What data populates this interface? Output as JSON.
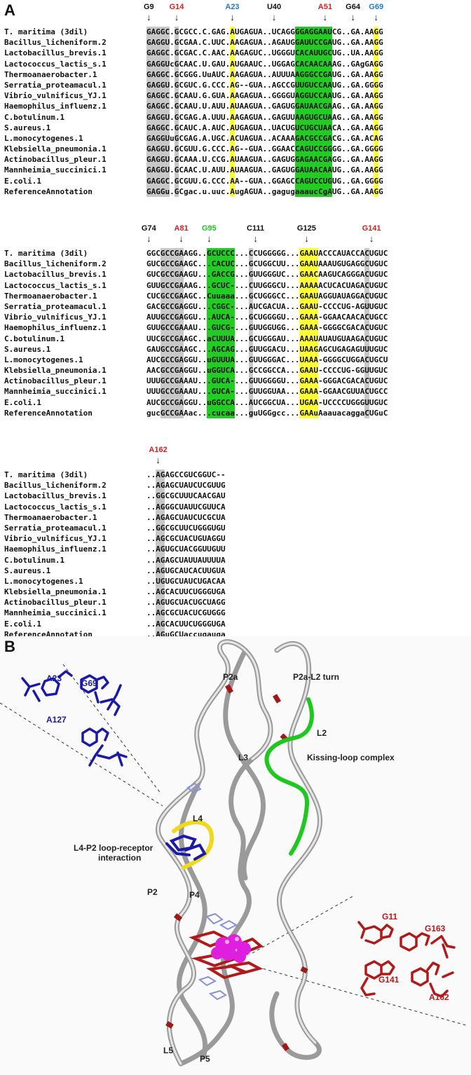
{
  "panel_a_label": "A",
  "panel_b_label": "B",
  "colors": {
    "red": "#d81e1e",
    "blue": "#1e7ad0",
    "green": "#1ec81e",
    "black": "#111111",
    "grey_hl": "#c8c8c8",
    "yellow_hl": "#ffff33",
    "green_hl": "#22cc22"
  },
  "block1": {
    "markers": [
      {
        "label": "G9",
        "color": "black"
      },
      {
        "label": "G14",
        "color": "red"
      },
      {
        "label": "A23",
        "color": "blue"
      },
      {
        "label": "U40",
        "color": "black"
      },
      {
        "label": "A51",
        "color": "red"
      },
      {
        "label": "G64",
        "color": "black"
      },
      {
        "label": "G69",
        "color": "blue"
      }
    ],
    "rows": [
      {
        "name": "T. maritima (3dil)",
        "seq": "GAGGC.GCGCC.C.GAG.AUGAGUA..UCAGGGGAGGAAUCG..GA.AAGG"
      },
      {
        "name": "Bacillus_licheniform.2",
        "seq": "GAGGU.GCGAA.C.UUC.AAGAGUA..AGAUGGAUUCCGAUG..GA.AAGG"
      },
      {
        "name": "Lactobacillus_brevis.1",
        "seq": "GAGGC.GCGAC.C.AAC.AAGAGUC..UGGGUCACAUUGCUG..UA.AAGG"
      },
      {
        "name": "Lactococcus_lactis_s.1",
        "seq": "GAGGUcGCAAC.U.GAU.AUGAAUC..UGGAGCACAACAAAG..GAgGAGG"
      },
      {
        "name": "Thermoanaerobacter.1",
        "seq": "GAGGC.GCGGG.UuAUC.AAGAGUA..AUUUAAGGGCCGAUG..GA.AAGG"
      },
      {
        "name": "Serratia_proteamacul.1",
        "seq": "GAGGU.GCGUC.G.CCC.AG--GUA..AGCCGUUGUCCAAUG..GA.GGGG"
      },
      {
        "name": "Vibrio_vulnificus_YJ.1",
        "seq": "GAGGC.GCAAU.G.GUA.AAGAGUA..GGGGUAGGUCCAAUG..GA.AAGG"
      },
      {
        "name": "Haemophilus_influenz.1",
        "seq": "GAGGC.GCAAU.U.AUU.AUAAGUA..GAGUGGAUAACGAAG..GA.AAGG"
      },
      {
        "name": "C.botulinum.1",
        "seq": "GAGGU.GCGAG.A.UUU.AAGAGUA..GAGUUAAGUGCUAAG..GA.AAGG"
      },
      {
        "name": "S.aureus.1",
        "seq": "GAGGC.GCAUC.A.AUC.AUGAGUA..UACUGUCUGCUAACA..GA.AAGG"
      },
      {
        "name": "L.monocytogenes.1",
        "seq": "GAGGUuGCGAG.A.UGC.ACUAGUA..ACAAAGACGCCGACG..GA.ACAG"
      },
      {
        "name": "Klebsiella_pneumonia.1",
        "seq": "GAGGU.GCGUU.G.CCC.AG--GUA..GGAACCAGUCCGGGG..GA.GGGG"
      },
      {
        "name": "Actinobacillus_pleur.1",
        "seq": "GAGGU.GCAAA.U.CCG.AUAAGUA..GAGUGGAGAACGAGG..GA.AAGG"
      },
      {
        "name": "Mannheimia_succinici.1",
        "seq": "GAGGU.GCAAC.U.AUU.AUAAGUA..GAGUGGAUAACAAUG..GA.AAGG"
      },
      {
        "name": "E.coli.1",
        "seq": "GAGGC.GCGUU.G.CCC.AA--GUA..GGAGCCAGUCCUGUG..GA.GGGG"
      },
      {
        "name": "ReferenceAnnotation",
        "seq": "GAGGu.GCgac.u.uuc.AugAGUA..gagugaaaucCgAUG..GA.AAGG"
      }
    ]
  },
  "block2": {
    "markers": [
      {
        "label": "G74",
        "color": "black"
      },
      {
        "label": "A81",
        "color": "red"
      },
      {
        "label": "G95",
        "color": "green"
      },
      {
        "label": "C111",
        "color": "black"
      },
      {
        "label": "G125",
        "color": "black"
      },
      {
        "label": "G141",
        "color": "red"
      }
    ],
    "rows": [
      {
        "name": "T. maritima (3dil)",
        "seq": "GGCGCCGAAGG..GCUCCC...CCUGGGGG...GAAUACCCAUACCACUGUC"
      },
      {
        "name": "Bacillus_licheniform.2",
        "seq": "GUCGCCGAAGC...CACUC...GCUGGCUU...GAAUAAAUGUGAGGCUGUC"
      },
      {
        "name": "Lactobacillus_brevis.1",
        "seq": "GUCGCCGAAGU...GACCG...GUUGGGUC...GAACAAGUCAGGGACUGUC"
      },
      {
        "name": "Lactococcus_lactis_s.1",
        "seq": "GUUGCCGAAAG...GCUC-...CUUGGGCU...AAAAACUCACUAGACUGUC"
      },
      {
        "name": "Thermoanaerobacter.1",
        "seq": "CUCGCCGAAGC..Cuuaaa...GCUGGGCC...GAAUAGGUAUAGGACUGUC"
      },
      {
        "name": "Serratia_proteamacul.1",
        "seq": "GACGCCGAGGU...CGGC-...AUCGACUA...GAAU-CCCCUG-AGUUGUC"
      },
      {
        "name": "Vibrio_vulnificus_YJ.1",
        "seq": "AUUGCCGAGGU...AUCA-...GCUGGGGU...GAAA-GGAACAACACUGCC"
      },
      {
        "name": "Haemophilus_influenz.1",
        "seq": "GUUGCCGAAAU...GUCG-...GUUGGUGG...GAAA-GGGGCGACACUGUC"
      },
      {
        "name": "C.botulinum.1",
        "seq": "UUCGCCGAAGC..aCUUUA...GCUGGGAU...AAAUAUAUGUAAGACUGUC"
      },
      {
        "name": "S.aureus.1",
        "seq": "GAUGCCGAAGC...AGCAG...GUUGGACU...UAAGAGCUGAGAGUUUGUC"
      },
      {
        "name": "L.monocytogenes.1",
        "seq": "AUCGCCGAGGU..uGUUUA...GUUGGGAC...UAAA-GGGGCUGGACUGCU"
      },
      {
        "name": "Klebsiella_pneumonia.1",
        "seq": "AACGCCGAGGU..uGGUCA...GCCGGCCA...GAAU-CCCCUG-GGUUGUC"
      },
      {
        "name": "Actinobacillus_pleur.1",
        "seq": "UUUGCCGAAAU...GUCA-...GUUGGGGU...GAAA-GGGACGACACUGUC"
      },
      {
        "name": "Mannheimia_succinici.1",
        "seq": "UUUGCCGAAAU...GUCA-...GUUGGUAA...GAAA-GGAACGUUACUGCC"
      },
      {
        "name": "E.coli.1",
        "seq": "AUCGCCGAGGU..uGGCCA...AUCGGCUA...UGAA-UCCCCUGGGUUGUC"
      },
      {
        "name": "ReferenceAnnotation",
        "seq": "gucGCCGAAac...cucaa...guUGGgcc...GAAuAaauacaggaCUGuC"
      }
    ]
  },
  "block3": {
    "markers": [
      {
        "label": "A162",
        "color": "red"
      }
    ],
    "rows": [
      {
        "name": "T. maritima (3dil)",
        "seq": "..AGAGCCGUCGGUC--"
      },
      {
        "name": "Bacillus_licheniform.2",
        "seq": "..AGAGCUAUCUCGUUG"
      },
      {
        "name": "Lactobacillus_brevis.1",
        "seq": "..GGCGCUUUCAACGAU"
      },
      {
        "name": "Lactococcus_lactis_s.1",
        "seq": "..AGGGCUAUUCGUUCA"
      },
      {
        "name": "Thermoanaerobacter.1",
        "seq": "..AGAGCUAUCUCGCUA"
      },
      {
        "name": "Serratia_proteamacul.1",
        "seq": "..GGCGCUUCUGGGUGU"
      },
      {
        "name": "Vibrio_vulnificus_YJ.1",
        "seq": "..AGCGCUACUGUAGGU"
      },
      {
        "name": "Haemophilus_influenz.1",
        "seq": "..AGUGCUACGGUUGUU"
      },
      {
        "name": "C.botulinum.1",
        "seq": "..AGAGCUAUUAUUUUA"
      },
      {
        "name": "S.aureus.1",
        "seq": "..AGUGCAUCACUUGUA"
      },
      {
        "name": "L.monocytogenes.1",
        "seq": "..UGUGCUAUCUGACAA"
      },
      {
        "name": "Klebsiella_pneumonia.1",
        "seq": "..AGCACUUCUGGGUGA"
      },
      {
        "name": "Actinobacillus_pleur.1",
        "seq": "..AGUGCUACUGCUAGG"
      },
      {
        "name": "Mannheimia_succinici.1",
        "seq": "..AGCGCUACUCGUGGG"
      },
      {
        "name": "E.coli.1",
        "seq": "..AGCACUUCUGGGUGA"
      },
      {
        "name": "ReferenceAnnotation",
        "seq": "..AGuGCUaccugauga"
      }
    ]
  },
  "panel_b": {
    "labels": {
      "p2a": "P2a",
      "p2a_l2_turn": "P2a-L2 turn",
      "l2": "L2",
      "l3": "L3",
      "kissing_loop": "Kissing-loop complex",
      "l4": "L4",
      "l4_p2_line1": "L4-P2 loop-receptor",
      "l4_p2_line2": "interaction",
      "p2": "P2",
      "p4": "P4",
      "l5": "L5",
      "p5": "P5"
    },
    "blue_nucleotides": [
      "A23",
      "G69",
      "A127"
    ],
    "red_nucleotides": [
      "G11",
      "G163",
      "G141",
      "A162"
    ]
  }
}
